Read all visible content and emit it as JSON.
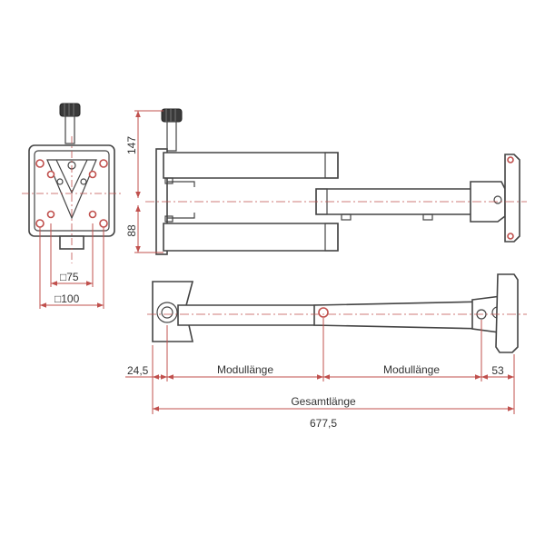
{
  "dimensions": {
    "vesa_small": "□75",
    "vesa_large": "□100",
    "height_top": "147",
    "height_bottom": "88",
    "offset_left": "24,5",
    "module_length_1": "Modullänge",
    "module_length_2": "Modullänge",
    "offset_right": "53",
    "total_length_label": "Gesamtlänge",
    "total_length_value": "677,5"
  },
  "colors": {
    "dimension_line": "#c0504d",
    "outline": "#444444",
    "knob": "#3a3a3a"
  }
}
